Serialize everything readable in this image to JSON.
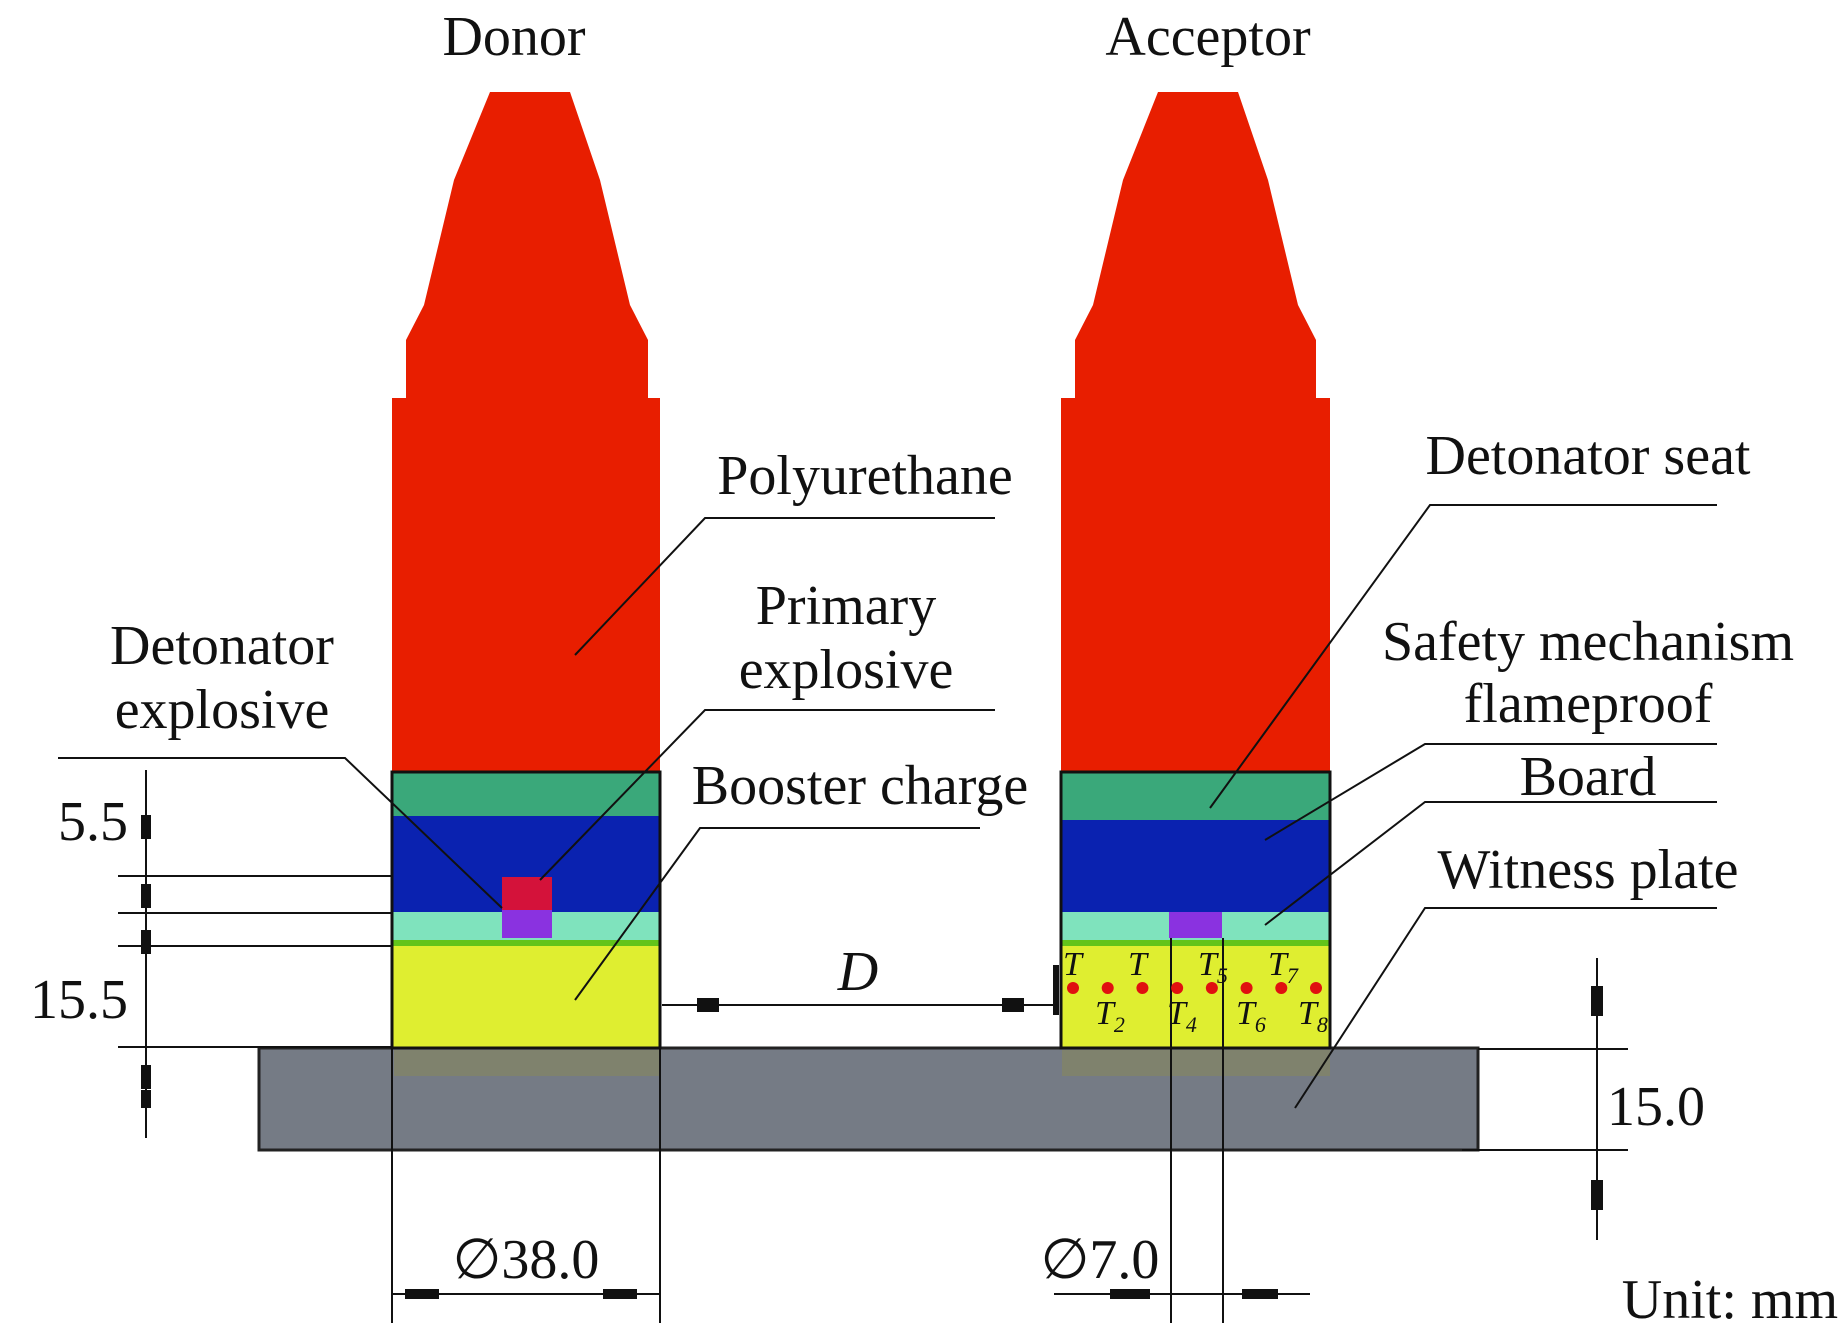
{
  "titles": {
    "donor": "Donor",
    "acceptor": "Acceptor"
  },
  "labels": {
    "polyurethane": "Polyurethane",
    "primary_explosive_1": "Primary",
    "primary_explosive_2": "explosive",
    "detonator_explosive_1": "Detonator",
    "detonator_explosive_2": "explosive",
    "booster_charge": "Booster charge",
    "detonator_seat": "Detonator seat",
    "safety_mechanism_1": "Safety mechanism",
    "safety_mechanism_2": "flameproof",
    "board": "Board",
    "witness_plate": "Witness plate"
  },
  "dimensions": {
    "layer_top": "5.5",
    "layer_bottom": "15.5",
    "plate_thickness": "15.0",
    "donor_diameter": "∅38.0",
    "detonator_diameter": "∅7.0",
    "gap": "D",
    "unit": "Unit: mm"
  },
  "thermocouples": {
    "upper": [
      {
        "main": "T",
        "sub": ""
      },
      {
        "main": "T",
        "sub": ""
      },
      {
        "main": "T",
        "sub": "5"
      },
      {
        "main": "T",
        "sub": "7"
      }
    ],
    "lower": [
      {
        "main": "T",
        "sub": "2"
      },
      {
        "main": "T",
        "sub": "4"
      },
      {
        "main": "T",
        "sub": "6"
      },
      {
        "main": "T",
        "sub": "8"
      }
    ],
    "count": 8
  },
  "colors": {
    "polyurethane": "#e81e00",
    "detonator_seat": "#3aa87a",
    "safety_mechanism": "#0a22b0",
    "board": "#7fe3bd",
    "booster": "#dfee30",
    "board_edge": "#62c41a",
    "detonator_red": "#d4123a",
    "detonator_purple": "#8a32e0",
    "witness_plate": "#757b85",
    "thermocouple_dot": "#e01010"
  }
}
